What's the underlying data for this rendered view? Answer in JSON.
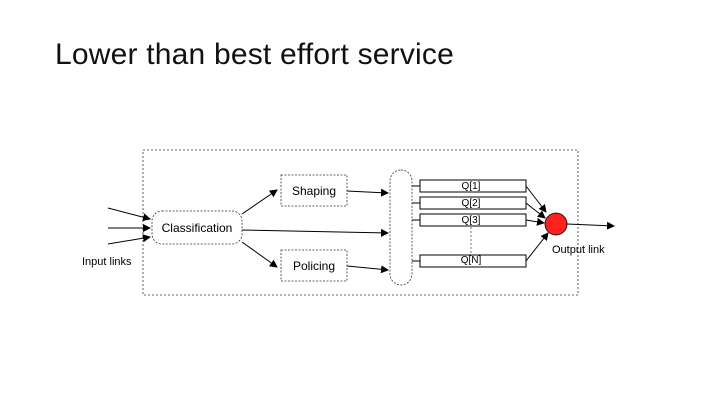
{
  "slide": {
    "title": "Lower than best effort service"
  },
  "diagram": {
    "input_label": "Input links",
    "classification_label": "Classification",
    "shaping_label": "Shaping",
    "policing_label": "Policing",
    "queues": [
      "Q[1]",
      "Q[2]",
      "Q[3]",
      "Q[N]"
    ],
    "output_label": "Output link",
    "scheduler_color": "#ff2020"
  }
}
